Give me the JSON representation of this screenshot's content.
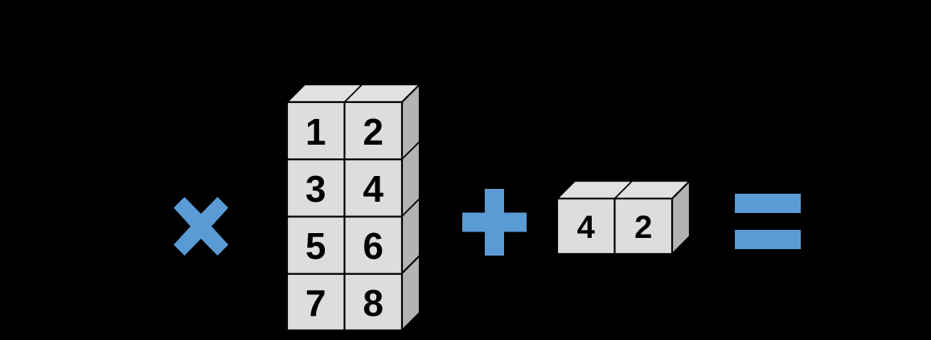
{
  "background_color": "#000000",
  "accent_color": "#5B9BD5",
  "cube_face_color": "#DDDDDD",
  "cube_top_color": "#E1E1E1",
  "cube_side_color": "#B3B3B3",
  "cube_edge_color": "#000000",
  "equation": {
    "description": "matrix multiply plus vector equals",
    "operators": [
      {
        "name": "multiply-operator",
        "glyph": "times",
        "symbol": "×"
      },
      {
        "name": "plus-operator",
        "glyph": "plus",
        "symbol": "+"
      },
      {
        "name": "equals-operator",
        "glyph": "equals",
        "symbol": "="
      }
    ],
    "operands": [
      {
        "name": "matrix-a",
        "rows": 4,
        "cols": 2,
        "cells": [
          [
            "1",
            "2"
          ],
          [
            "3",
            "4"
          ],
          [
            "5",
            "6"
          ],
          [
            "7",
            "8"
          ]
        ]
      },
      {
        "name": "vector-b",
        "rows": 1,
        "cols": 2,
        "cells": [
          [
            "4",
            "2"
          ]
        ]
      }
    ]
  },
  "chart_data": {
    "type": "table",
    "title": "",
    "series": [
      {
        "name": "matrix-a",
        "values": [
          1,
          2,
          3,
          4,
          5,
          6,
          7,
          8
        ]
      },
      {
        "name": "vector-b",
        "values": [
          4,
          2
        ]
      }
    ]
  }
}
